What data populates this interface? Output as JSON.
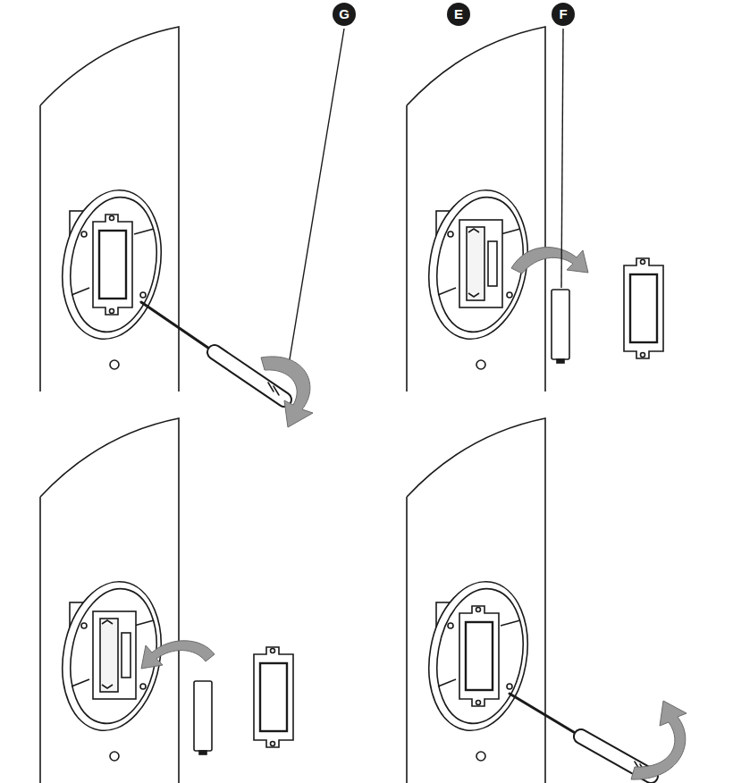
{
  "diagram": {
    "labels": [
      "G",
      "E",
      "F"
    ]
  }
}
